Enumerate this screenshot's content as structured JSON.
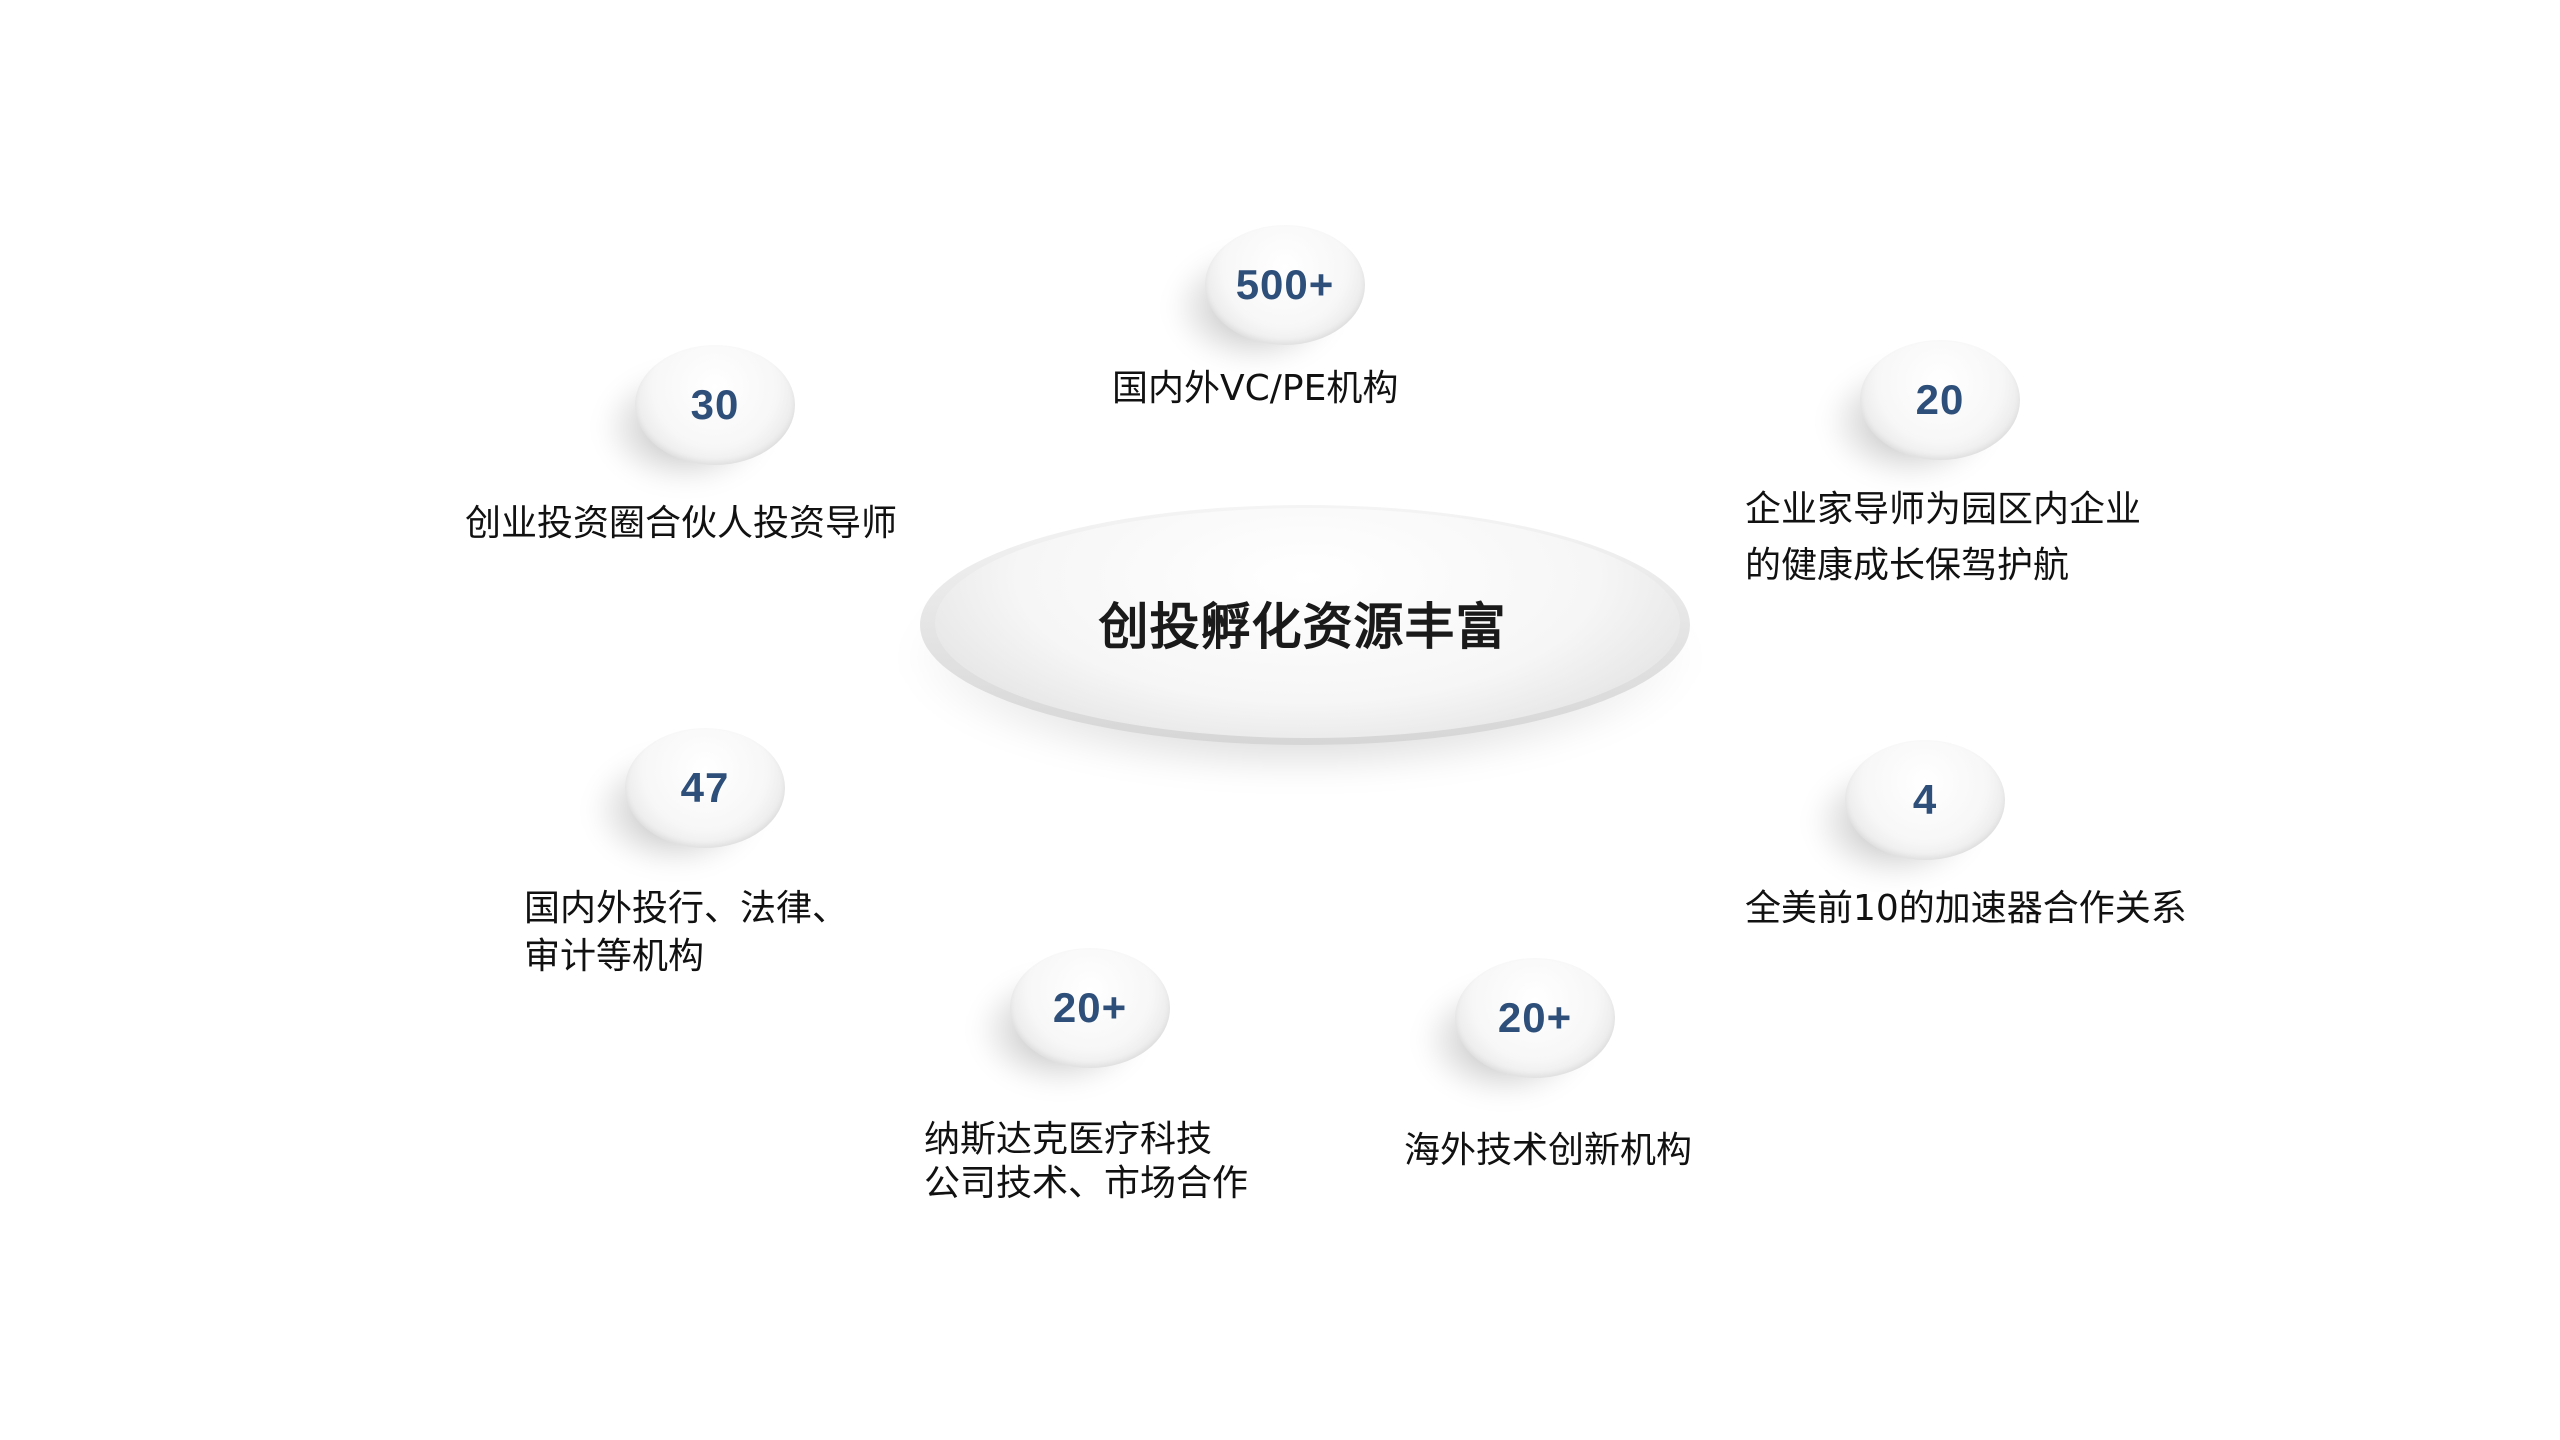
{
  "center": {
    "title": "创投孵化资源丰富"
  },
  "nodes": [
    {
      "id": "vcpe",
      "value": "500+",
      "lines": [
        "国内外VC/PE机构"
      ]
    },
    {
      "id": "mentors",
      "value": "30",
      "lines": [
        "创业投资圈合伙人投资导师"
      ]
    },
    {
      "id": "entrepreneur-mentors",
      "value": "20",
      "lines": [
        "企业家导师为园区内企业",
        "的健康成长保驾护航"
      ]
    },
    {
      "id": "institutions",
      "value": "47",
      "lines": [
        "国内外投行、法律、",
        "审计等机构"
      ]
    },
    {
      "id": "accelerators",
      "value": "4",
      "lines": [
        "全美前10的加速器合作关系"
      ]
    },
    {
      "id": "nasdaq",
      "value": "20+",
      "lines": [
        "纳斯达克医疗科技",
        "公司技术、市场合作"
      ]
    },
    {
      "id": "overseas",
      "value": "20+",
      "lines": [
        "海外技术创新机构"
      ]
    }
  ]
}
